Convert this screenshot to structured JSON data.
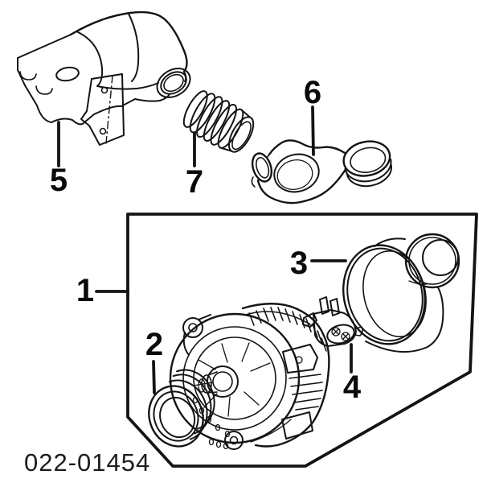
{
  "diagram": {
    "drawing_number": "022-01454",
    "callouts": [
      "1",
      "2",
      "3",
      "4",
      "5",
      "6",
      "7"
    ],
    "colors": {
      "background": "#ffffff",
      "line": "#141414",
      "label": "#0a0a0a"
    }
  }
}
